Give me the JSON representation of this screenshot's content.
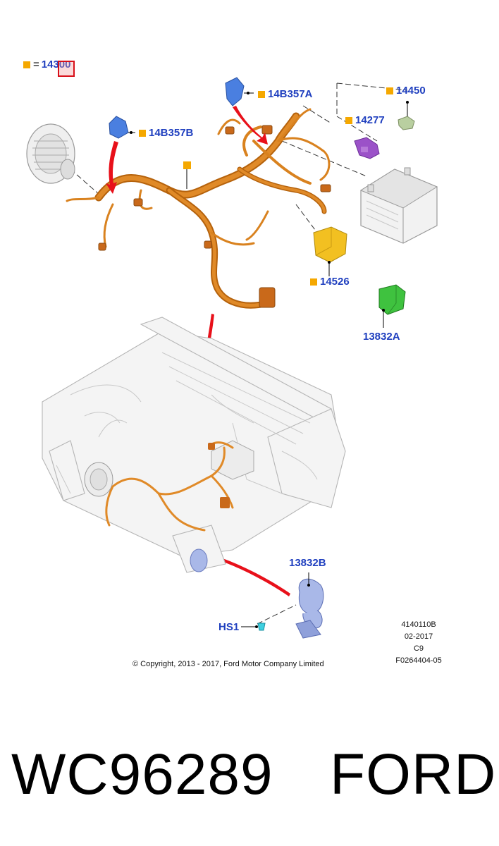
{
  "legend": {
    "number": "14300",
    "equals": "="
  },
  "callouts": {
    "c14B357A": "14B357A",
    "c14B357B": "14B357B",
    "c14450": "14450",
    "c14277": "14277",
    "c14526": "14526",
    "c13832A": "13832A",
    "c13832B": "13832B",
    "cHS1": "HS1"
  },
  "meta": {
    "line1": "4140110B",
    "line2": "02-2017",
    "line3": "C9",
    "line4": "F0264404-05"
  },
  "copyright": "© Copyright, 2013 - 2017, Ford Motor Company Limited",
  "footer": {
    "part_number": "WC96289",
    "brand": "FORD"
  },
  "colors": {
    "harness": "#d9821f",
    "harness_dark": "#b5620c",
    "label_blue": "#1f3fbf",
    "marker_orange": "#f5a800",
    "arrow_red": "#e8101a",
    "relay_green": "#3fc23f",
    "module_yellow": "#f2c021",
    "connector_purple": "#9b52c8",
    "connector_blue": "#4a7fe0"
  }
}
